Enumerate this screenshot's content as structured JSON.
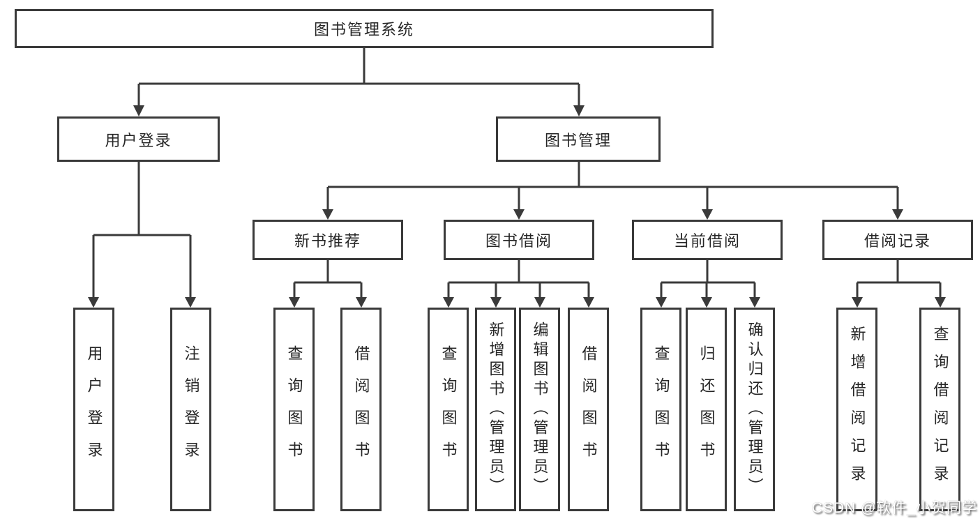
{
  "tree": {
    "root": "图书管理系统",
    "level2": [
      {
        "label": "用户登录"
      },
      {
        "label": "图书管理"
      }
    ],
    "level3": [
      {
        "label": "新书推荐"
      },
      {
        "label": "图书借阅"
      },
      {
        "label": "当前借阅"
      },
      {
        "label": "借阅记录"
      }
    ],
    "leaves": {
      "user_login": [
        "用户登录",
        "注销登录"
      ],
      "new_books": [
        "查询图书",
        "借阅图书"
      ],
      "book_borrow": [
        "查询图书",
        "新增图书（管理员）",
        "编辑图书（管理员）",
        "借阅图书"
      ],
      "current_borrow": [
        "查询图书",
        "归还图书",
        "确认归还（管理员）"
      ],
      "borrow_records": [
        "新增借阅记录",
        "查询借阅记录"
      ]
    }
  },
  "watermark": "CSDN @软件_小贺同学",
  "colors": {
    "line": "#3a3a3a",
    "text": "#262626",
    "background": "#ffffff"
  }
}
